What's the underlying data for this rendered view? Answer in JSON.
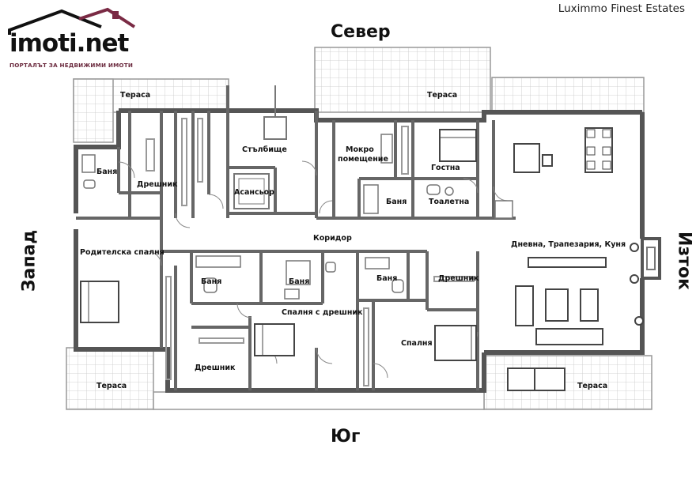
{
  "brand": "Luximmo Finest Estates",
  "logo": {
    "name": "imoti.net",
    "tagline": "ПОРТАЛЪТ ЗА НЕДВИЖИМИ ИМОТИ",
    "accent": "#7a2a44"
  },
  "directions": {
    "north": "Север",
    "south": "Юг",
    "west": "Запад",
    "east": "Изток"
  },
  "rooms": {
    "terrace_nw": "Тераса",
    "terrace_n": "Тераса",
    "terrace_sw": "Тераса",
    "terrace_se": "Тераса",
    "bath_w": "Баня",
    "closet_nw": "Дрешник",
    "stairs": "Стълбище",
    "elevator": "Асансьор",
    "wet_room_l1": "Мокро",
    "wet_room_l2": "помещение",
    "guest": "Гостна",
    "bath_n": "Баня",
    "toilet": "Тоалетна",
    "corridor": "Коридор",
    "living": "Дневна, Трапезария, Куня",
    "master_bedroom": "Родителска спалня",
    "bath_c1": "Баня",
    "bath_c2": "Баня",
    "bath_c3": "Баня",
    "closet_e": "Дрешник",
    "bedroom_closet": "Спалня с дрешник",
    "bedroom": "Спалня",
    "closet_s": "Дрешник"
  }
}
